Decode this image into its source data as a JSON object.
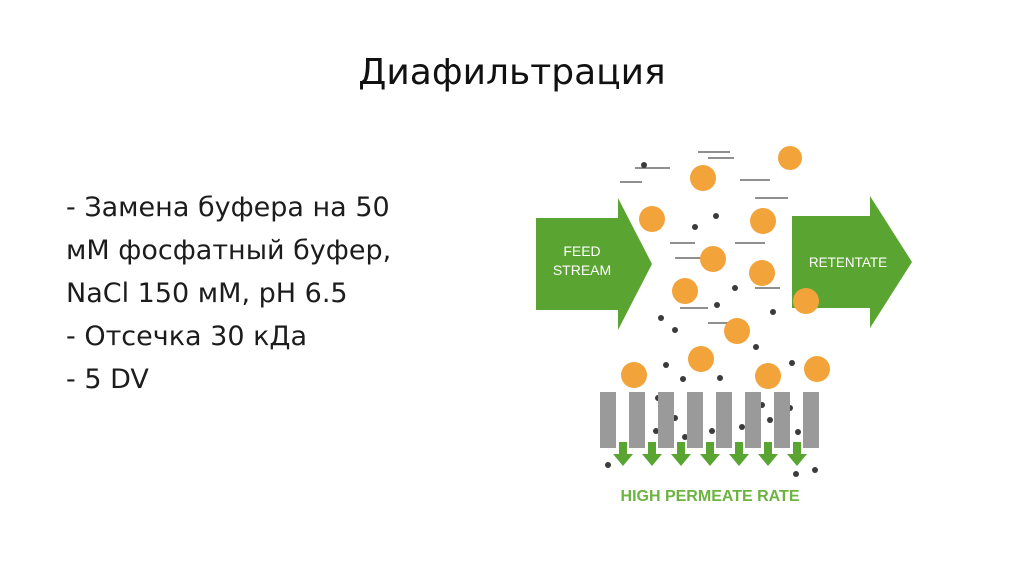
{
  "slide": {
    "title": "Диафильтрация",
    "bullet_lines": [
      "- Замена буфера на 50",
      "мМ фосфатный буфер,",
      "NaCl 150 мМ, pH 6.5",
      "- Отсечка 30 кДа",
      "- 5 DV"
    ]
  },
  "diagram": {
    "feed_label_line1": "FEED",
    "feed_label_line2": "STREAM",
    "retentate_label": "RETENTATE",
    "permeate_label": "HIGH PERMEATE RATE",
    "colors": {
      "arrow_green": "#5aa532",
      "label_green": "#6db33f",
      "particle_orange": "#f2a33a",
      "small_particle": "#3b3b3b",
      "membrane_gray": "#9a9a9a"
    }
  }
}
